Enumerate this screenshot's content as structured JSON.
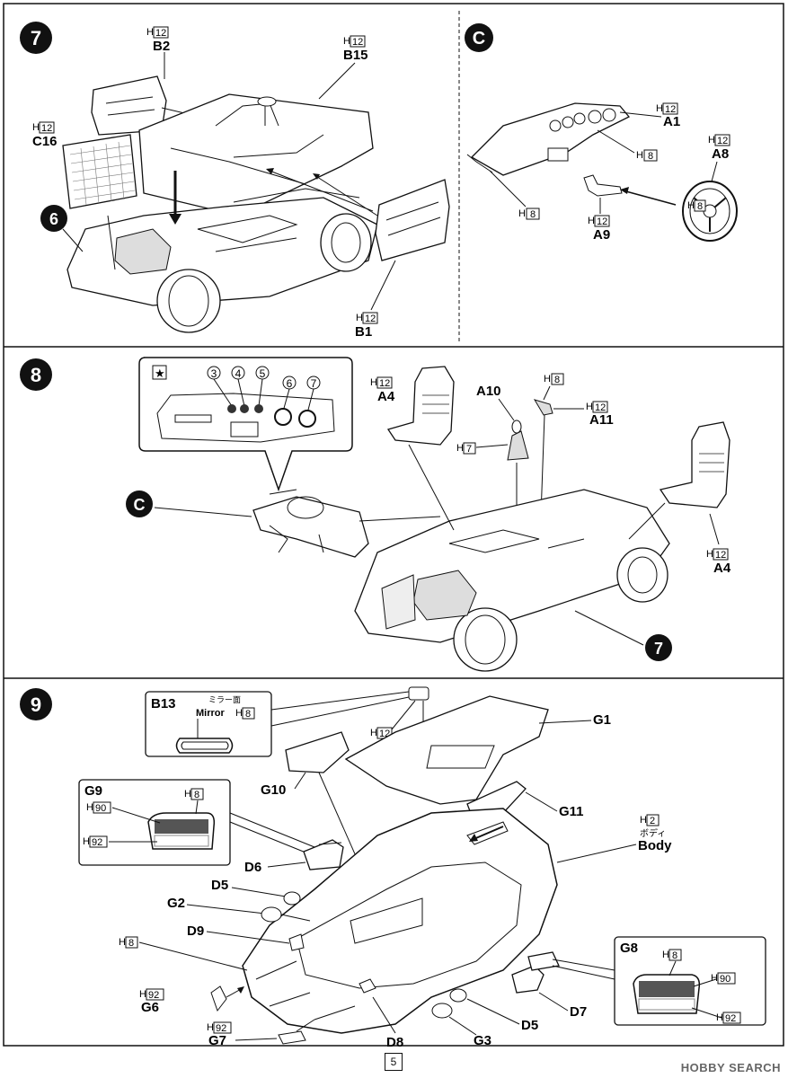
{
  "steps": {
    "s7": {
      "number": "7",
      "parts": {
        "b2": {
          "code": "B2",
          "h": "H",
          "hnum": "12"
        },
        "b15": {
          "code": "B15",
          "h": "H",
          "hnum": "12"
        },
        "c16": {
          "code": "C16",
          "h": "H",
          "hnum": "12"
        },
        "b1": {
          "code": "B1",
          "h": "H",
          "hnum": "12"
        }
      },
      "ref_step": "6"
    },
    "sC": {
      "letter": "C",
      "parts": {
        "a1": {
          "code": "A1",
          "h": "H",
          "hnum": "12"
        },
        "a1b": {
          "h": "H",
          "hnum": "8"
        },
        "h8left": {
          "h": "H",
          "hnum": "8"
        },
        "a9": {
          "code": "A9",
          "h": "H",
          "hnum": "12"
        },
        "a8": {
          "code": "A8",
          "h": "H",
          "hnum": "12"
        },
        "a8b": {
          "h": "H",
          "hnum": "8"
        }
      }
    },
    "s8": {
      "number": "8",
      "inset": {
        "star": "★",
        "gauges": [
          "3",
          "4",
          "5",
          "6",
          "7"
        ]
      },
      "ref_c": "C",
      "ref_step": "7",
      "parts": {
        "a4left": {
          "code": "A4",
          "h": "H",
          "hnum": "12"
        },
        "a10": {
          "code": "A10",
          "h": "H",
          "hnum": "7"
        },
        "a11": {
          "code": "A11",
          "h": "H",
          "hnum": "12",
          "h2": "H",
          "hnum2": "8"
        },
        "a4right": {
          "code": "A4",
          "h": "H",
          "hnum": "12"
        }
      }
    },
    "s9": {
      "number": "9",
      "b13box": {
        "code": "B13",
        "jp": "ミラー面",
        "mirror": "Mirror",
        "h": "H",
        "hnum": "8"
      },
      "g9box": {
        "code": "G9",
        "h8": "8",
        "h90": "90",
        "h92": "92",
        "h": "H"
      },
      "g8box": {
        "code": "G8",
        "h8": "8",
        "h90": "90",
        "h92": "92",
        "h": "H"
      },
      "labels": {
        "g1": "G1",
        "g10": "G10",
        "g11": "G11",
        "d6": "D6",
        "d5a": "D5",
        "g2": "G2",
        "d9": "D9",
        "g6": "G6",
        "g7": "G7",
        "d8": "D8",
        "g3": "G3",
        "d5b": "D5",
        "d7": "D7",
        "body_jp": "ボディ",
        "body": "Body"
      },
      "h": {
        "mirror_h": "12",
        "body_h": "2",
        "d9_h": "8",
        "g6_h": "92",
        "g7_h": "92"
      }
    }
  },
  "footer": {
    "page": "5",
    "watermark": "HOBBY SEARCH"
  }
}
